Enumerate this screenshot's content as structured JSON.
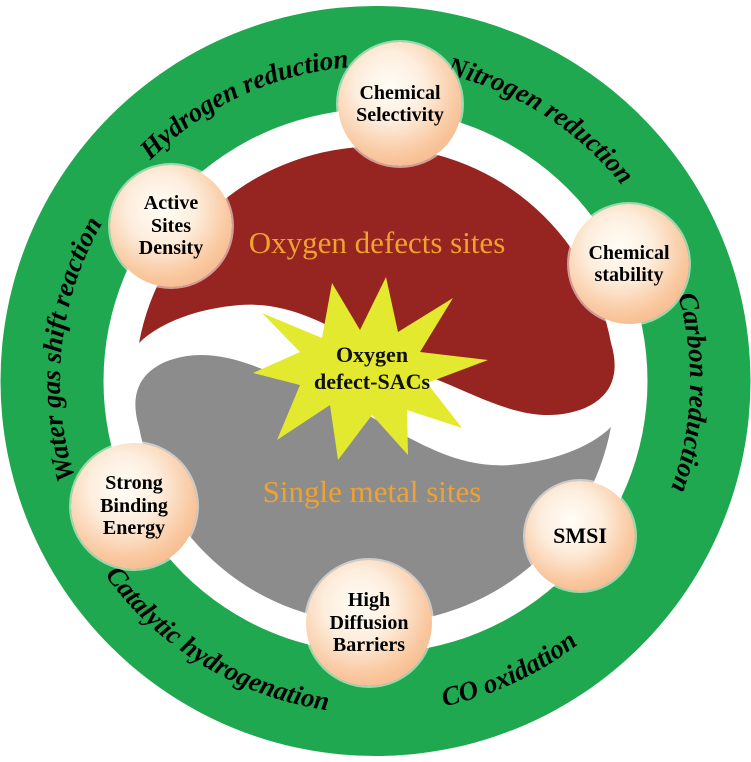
{
  "ring": {
    "labels": [
      "Hydrogen reduction",
      "Nitrogen reduction",
      "Carbon reduction",
      "CO oxidation",
      "Catalytic hydrogenation",
      "Water gas shift reaction"
    ]
  },
  "swirl": {
    "top_label": "Oxygen defects sites",
    "bottom_label": "Single metal sites"
  },
  "starburst": {
    "line1": "Oxygen",
    "line2": "defect-SACs"
  },
  "bubbles": [
    {
      "lines": [
        "Chemical",
        "Selectivity",
        ""
      ]
    },
    {
      "lines": [
        "Active",
        "Sites",
        "Density"
      ]
    },
    {
      "lines": [
        "Chemical",
        "stability",
        ""
      ]
    },
    {
      "lines": [
        "Strong",
        "Binding",
        "Energy"
      ]
    },
    {
      "lines": [
        "High",
        "Diffusion",
        "Barriers"
      ]
    },
    {
      "lines": [
        "SMSI",
        "",
        ""
      ]
    }
  ],
  "colors": {
    "ring_green": "#1fa850",
    "swirl_red": "#962420",
    "swirl_gray": "#8c8c8c",
    "star_yellow": "#e3e92e",
    "label_orange": "#efa22f",
    "bubble_peach": "#f4a97c",
    "ring_text_black": "#000000",
    "background_white": "#ffffff"
  }
}
